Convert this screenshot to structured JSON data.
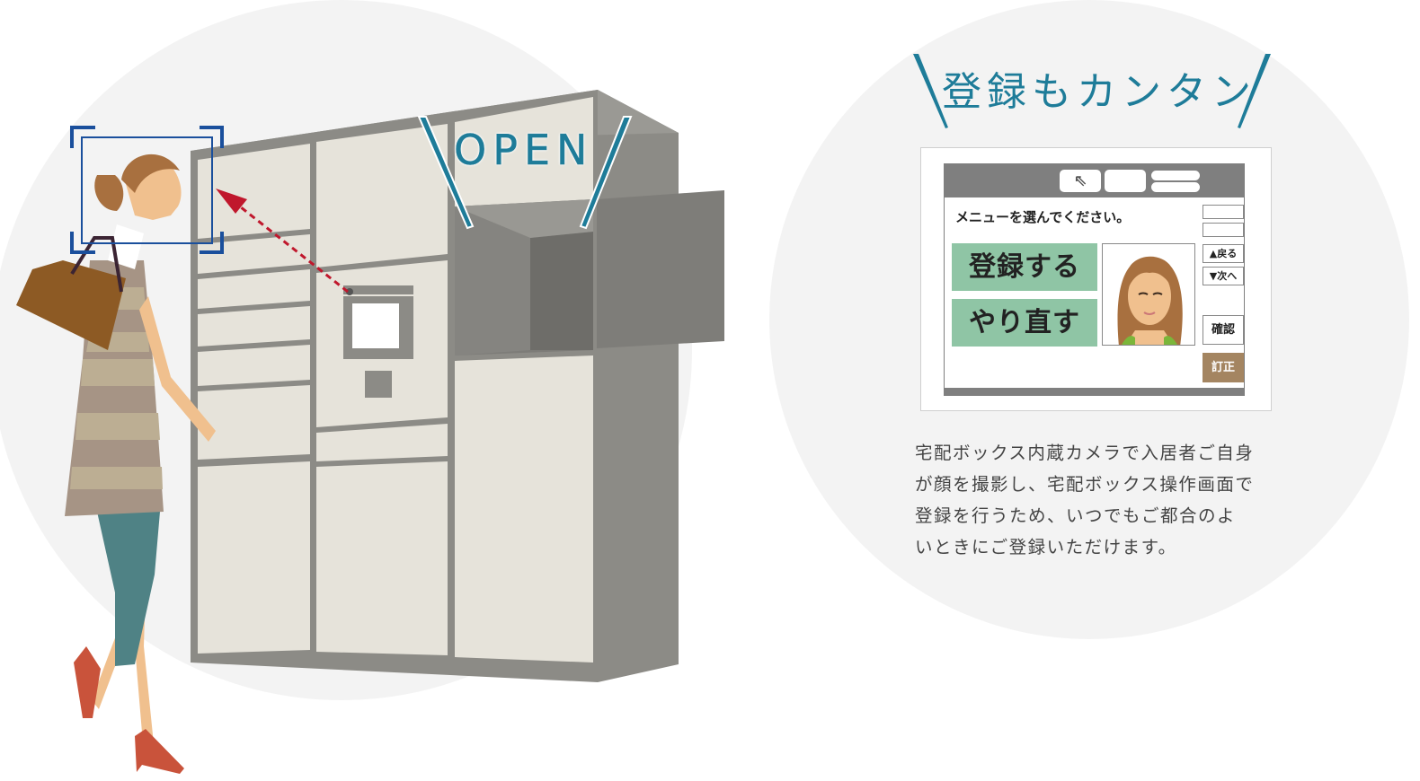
{
  "illustration": {
    "open_label": "OPEN",
    "colors": {
      "accent_teal": "#1e7c99",
      "camera_frame_blue": "#1a4f9c",
      "arrow_red": "#c0172c",
      "locker_body": "#e6e3da",
      "locker_frame": "#8c8b86",
      "background_circle": "#f3f3f3"
    }
  },
  "feature_panel": {
    "title": "登録もカンタン",
    "screen": {
      "topbar": {
        "home_icon": "arrow-up-left-icon",
        "home_glyph": "⇖"
      },
      "prompt": "メニューを選んでください。",
      "buttons": {
        "register": "登録する",
        "retry": "やり直す"
      },
      "side_buttons": {
        "back": "▲戻る",
        "next": "▼次へ",
        "confirm": "確認",
        "correct": "訂正"
      },
      "colors": {
        "primary_button": "#8fc5a5",
        "correct_button": "#a48561",
        "bar": "#7f7f7f"
      }
    },
    "description_lines": [
      "宅配ボックス内蔵カメラで入居者ご自身",
      "が顔を撮影し、宅配ボックス操作画面で",
      "登録を行うため、いつでもご都合のよ",
      "いときにご登録いただけます。"
    ]
  }
}
